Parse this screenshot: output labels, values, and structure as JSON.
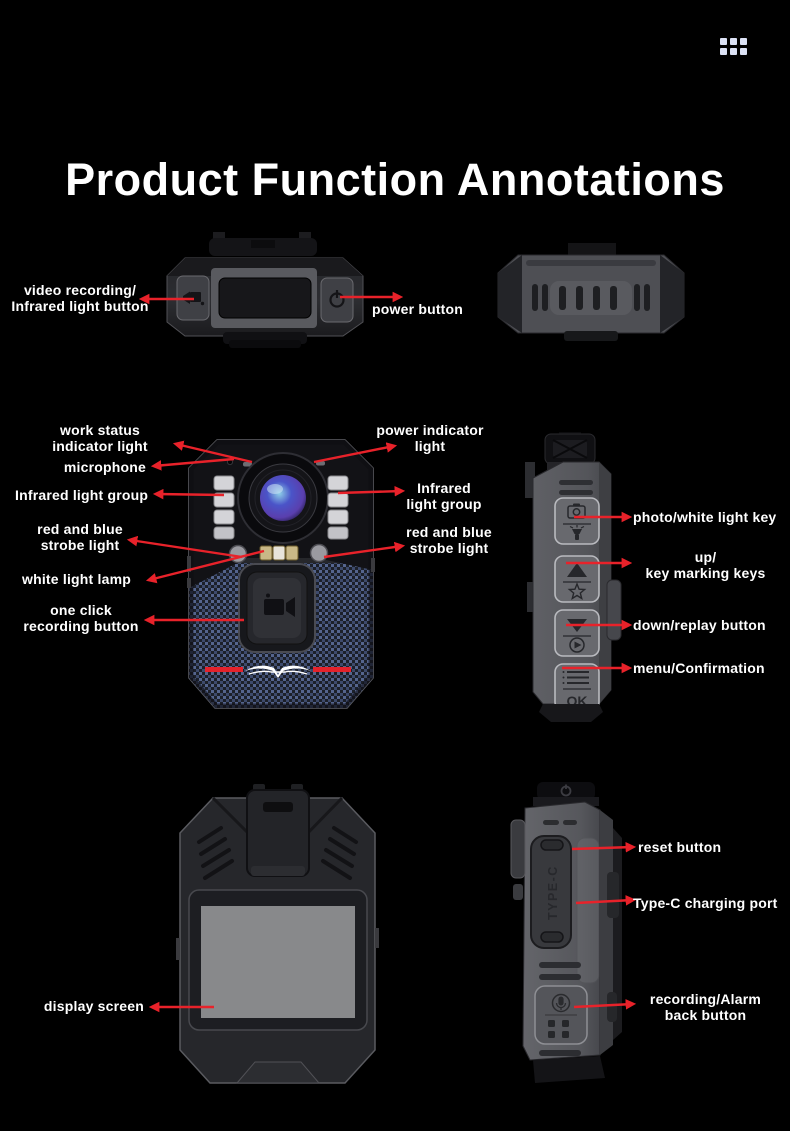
{
  "page": {
    "title": "Product Function Annotations",
    "background_color": "#000000",
    "text_color": "#ffffff",
    "arrow_color": "#e8222a"
  },
  "header": {
    "apps_grid_icon": "grid-dots-icon",
    "apps_grid_color": "#dce2f5"
  },
  "labels": {
    "video_recording": [
      "video recording/",
      "Infrared light button"
    ],
    "power_button": [
      "power button"
    ],
    "work_status": [
      "work status",
      "indicator light"
    ],
    "microphone": [
      "microphone"
    ],
    "infrared_left": [
      "Infrared light group"
    ],
    "power_indicator": [
      "power indicator",
      "light"
    ],
    "infrared_right": [
      "Infrared",
      "light group"
    ],
    "red_blue_left": [
      "red and blue",
      "strobe light"
    ],
    "red_blue_right": [
      "red and blue",
      "strobe light"
    ],
    "white_light": [
      "white light lamp"
    ],
    "one_click": [
      "one click",
      "recording button"
    ],
    "photo_key": [
      "photo/white light key"
    ],
    "up_keys": [
      "up/",
      "key marking keys"
    ],
    "down_button": [
      "down/replay button"
    ],
    "menu_confirm": [
      "menu/Confirmation"
    ],
    "reset_button": [
      "reset button"
    ],
    "typec_port": [
      "Type-C charging port"
    ],
    "recording_alarm": [
      "recording/Alarm",
      "back button"
    ],
    "display_screen": [
      "display screen"
    ]
  },
  "device_text": {
    "ok": "OK",
    "typec": "TYPE-C"
  },
  "icons": {
    "top_view_left_button": "video-camera-icon",
    "top_view_right_button": "power-icon",
    "side_button_1": [
      "camera-icon",
      "flashlight-icon"
    ],
    "side_button_2": [
      "up-triangle-icon",
      "star-icon"
    ],
    "side_button_3": [
      "down-triangle-icon",
      "play-icon"
    ],
    "side_button_4": [
      "menu-list-icon",
      "ok-label"
    ],
    "left_side_bottom_button": "microphone-icon"
  }
}
